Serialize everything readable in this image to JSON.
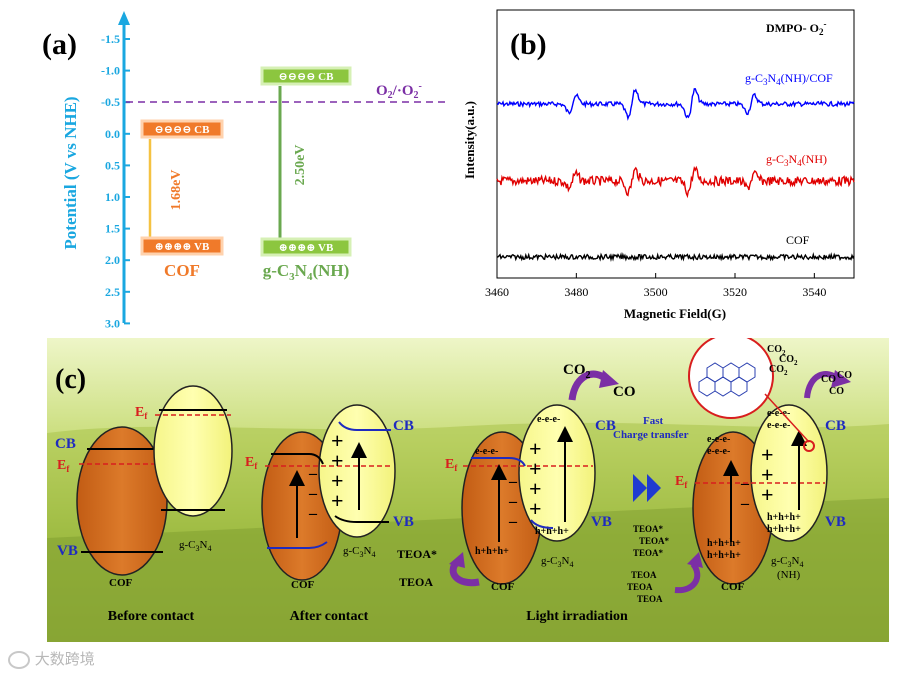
{
  "panel_a": {
    "label": "(a)",
    "axis_title": "Potential (V vs NHE)",
    "ticks": [
      "-1.5",
      "-1.0",
      "-0.5",
      "0.0",
      "0.5",
      "1.0",
      "1.5",
      "2.0",
      "2.5",
      "3.0"
    ],
    "ref_line_label": "O2/·O2-",
    "cof": {
      "name": "COF",
      "cb": "⊖⊖⊖⊖ CB",
      "vb": "⊕⊕⊕⊕ VB",
      "gap": "1.68eV",
      "cb_v": -0.05,
      "vb_v": 1.63
    },
    "gcn": {
      "name": "g-C3N4(NH)",
      "cb": "⊖⊖⊖⊖ CB",
      "vb": "⊕⊕⊕⊕ VB",
      "gap": "2.50eV",
      "cb_v": -0.83,
      "vb_v": 1.67
    },
    "ref_v": -0.42,
    "colors": {
      "axis": "#1aa7e0",
      "cof": "#f07a2a",
      "gcn": "#7bc043",
      "ref": "#7b2fa5"
    }
  },
  "panel_b": {
    "label": "(b)",
    "title": "DMPO- O2-",
    "ylabel": "Intensity(a.u.)",
    "xlabel": "Magnetic Field(G)",
    "xticks": [
      "3460",
      "3480",
      "3500",
      "3520",
      "3540"
    ],
    "series": [
      {
        "name": "g-C3N4(NH)/COF",
        "color": "#0000ff"
      },
      {
        "name": "g-C3N4(NH)",
        "color": "#e00000"
      },
      {
        "name": "COF",
        "color": "#000000"
      }
    ]
  },
  "chart_data": {
    "type": "line",
    "title": "DMPO- O2-",
    "xlabel": "Magnetic Field(G)",
    "ylabel": "Intensity(a.u.)",
    "xlim": [
      3460,
      3550
    ],
    "series": [
      {
        "name": "g-C3N4(NH)/COF",
        "peaks_G": [
          3479,
          3494,
          3509,
          3524
        ]
      },
      {
        "name": "g-C3N4(NH)",
        "peaks_G": [
          3479,
          3494,
          3509,
          3524
        ]
      },
      {
        "name": "COF",
        "peaks_G": []
      }
    ]
  },
  "panel_c": {
    "label": "(c)",
    "stages": [
      "Before contact",
      "After contact",
      "Light irradiation"
    ],
    "cb": "CB",
    "vb": "VB",
    "ef": "Ef",
    "cof": "COF",
    "gcn": "g-C3N4",
    "gcn_nh": "g-C3N4",
    "nh": "(NH)",
    "electrons": "e-e-e-",
    "holes": "h+h+h+",
    "fast": "Fast",
    "charge_transfer": "Charge transfer",
    "co2": "CO2",
    "co": "CO",
    "teoa_star": "TEOA*",
    "teoa": "TEOA"
  },
  "watermark": "大数跨境"
}
